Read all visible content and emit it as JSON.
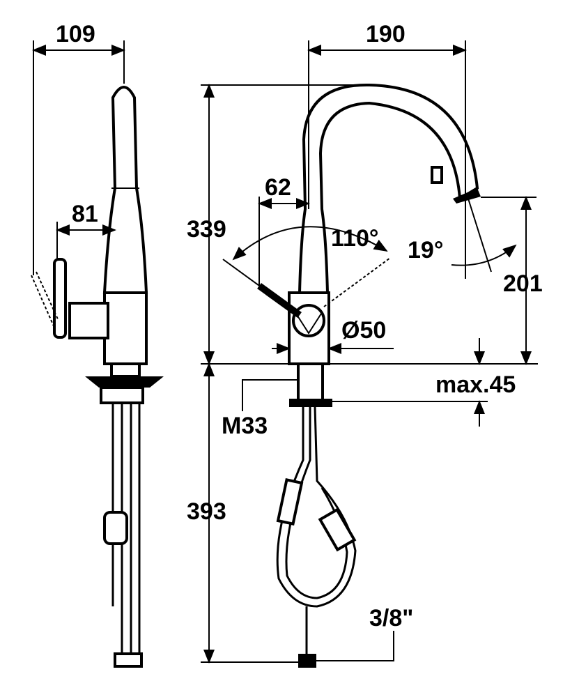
{
  "title": "Faucet dimension drawing",
  "side_view": {
    "width_total": "109",
    "lever_offset": "81"
  },
  "front_view": {
    "spout_reach": "190",
    "lever_offset": "62",
    "height_total": "339",
    "lever_angle": "110°",
    "spray_angle": "19°",
    "spout_outlet_height": "201",
    "body_diameter": "Ø50",
    "max_counter_thickness": "max.45",
    "thread": "M33",
    "hose_length": "393",
    "connection": "3/8\""
  }
}
